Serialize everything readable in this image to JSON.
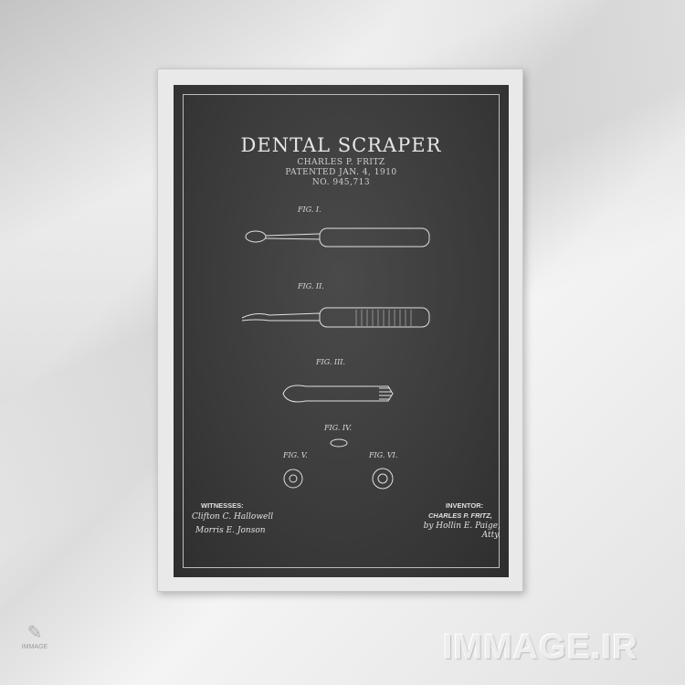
{
  "poster": {
    "title": "DENTAL SCRAPER",
    "inventor_line": "CHARLES P. FRITZ",
    "patent_date": "PATENTED JAN. 4, 1910",
    "patent_number": "NO. 945,713",
    "figures": [
      "FIG. I.",
      "FIG. II.",
      "FIG. III.",
      "FIG. IV.",
      "FIG. V.",
      "FIG. VI."
    ],
    "witnesses_label": "WITNESSES:",
    "witness_signatures": [
      "Clifton C. Hallowell",
      "Morris E. Jonson"
    ],
    "inventor_label": "INVENTOR:",
    "inventor_name": "CHARLES P. FRITZ,",
    "attorney_signature": "by Hollin E. Paige, Atty."
  },
  "watermark": {
    "text": "IMMAGE.IR",
    "logo_text": "IMMAGE"
  },
  "colors": {
    "poster_bg": "#3a3a3a",
    "line_art": "#e0e0e0",
    "wall": "#e8e8e8"
  }
}
